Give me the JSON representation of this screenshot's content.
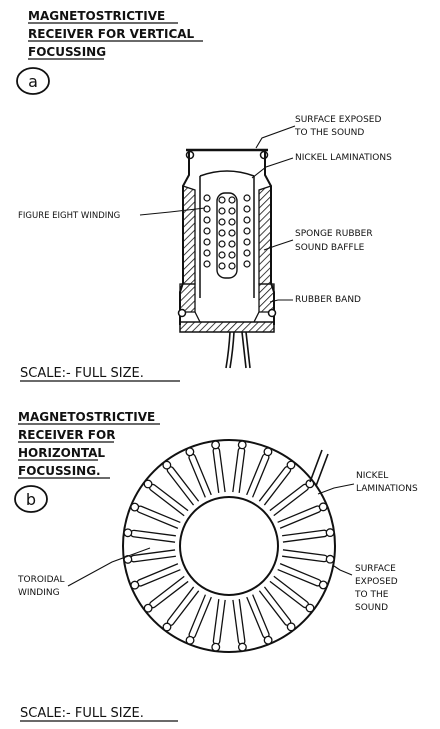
{
  "figure_a": {
    "title_lines": [
      "MAGNETOSTRICTIVE",
      "RECEIVER FOR VERTICAL",
      "FOCUSSING"
    ],
    "tag": "a",
    "labels": {
      "surface": [
        "SURFACE EXPOSED",
        "TO THE SOUND"
      ],
      "nickel": [
        "NICKEL LAMINATIONS"
      ],
      "winding": [
        "FIGURE EIGHT WINDING"
      ],
      "sponge": [
        "SPONGE RUBBER",
        "SOUND BAFFLE"
      ],
      "rubber_band": [
        "RUBBER BAND"
      ]
    },
    "scale": "SCALE:- FULL SIZE."
  },
  "figure_b": {
    "title_lines": [
      "MAGNETOSTRICTIVE",
      "RECEIVER FOR",
      "HORIZONTAL",
      "FOCUSSING."
    ],
    "tag": "b",
    "labels": {
      "nickel": [
        "NICKEL",
        "LAMINATIONS"
      ],
      "toroidal": [
        "TOROIDAL",
        "WINDING"
      ],
      "surface": [
        "SURFACE",
        "EXPOSED",
        "TO THE",
        "SOUND"
      ]
    },
    "scale": "SCALE:- FULL SIZE."
  },
  "colors": {
    "ink": "#111111",
    "paper": "#ffffff"
  }
}
